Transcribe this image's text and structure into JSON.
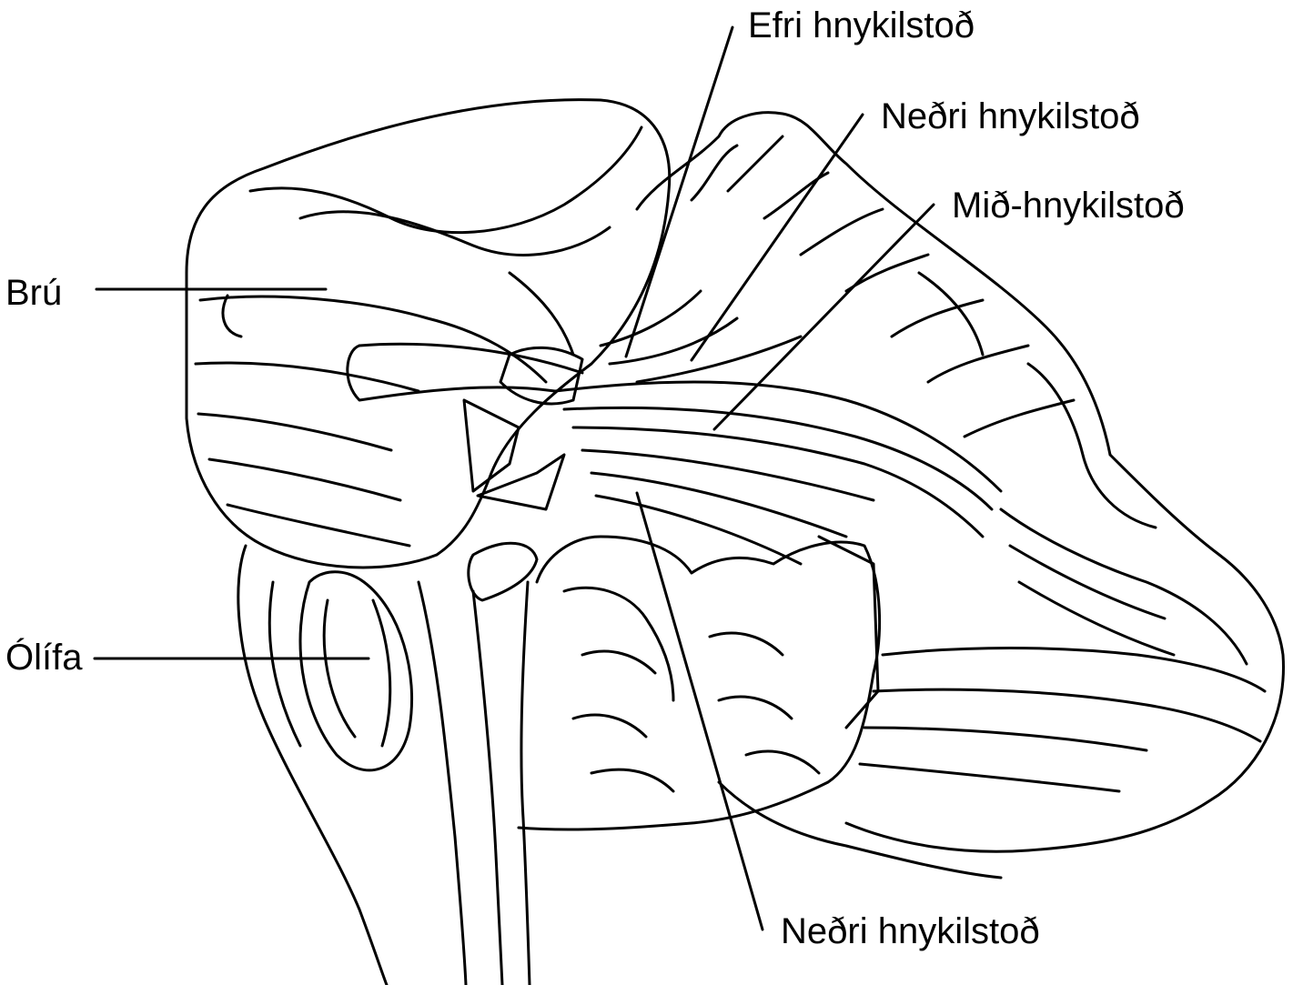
{
  "labels": {
    "efri": "Efri hnykilstoð",
    "nedri_top": "Neðri hnykilstoð",
    "mid": "Mið-hnykilstoð",
    "bru": "Brú",
    "olifa": "Ólífa",
    "nedri_bottom": "Neðri hnykilstoð"
  },
  "colors": {
    "line": "#000000",
    "background": "#ffffff"
  }
}
